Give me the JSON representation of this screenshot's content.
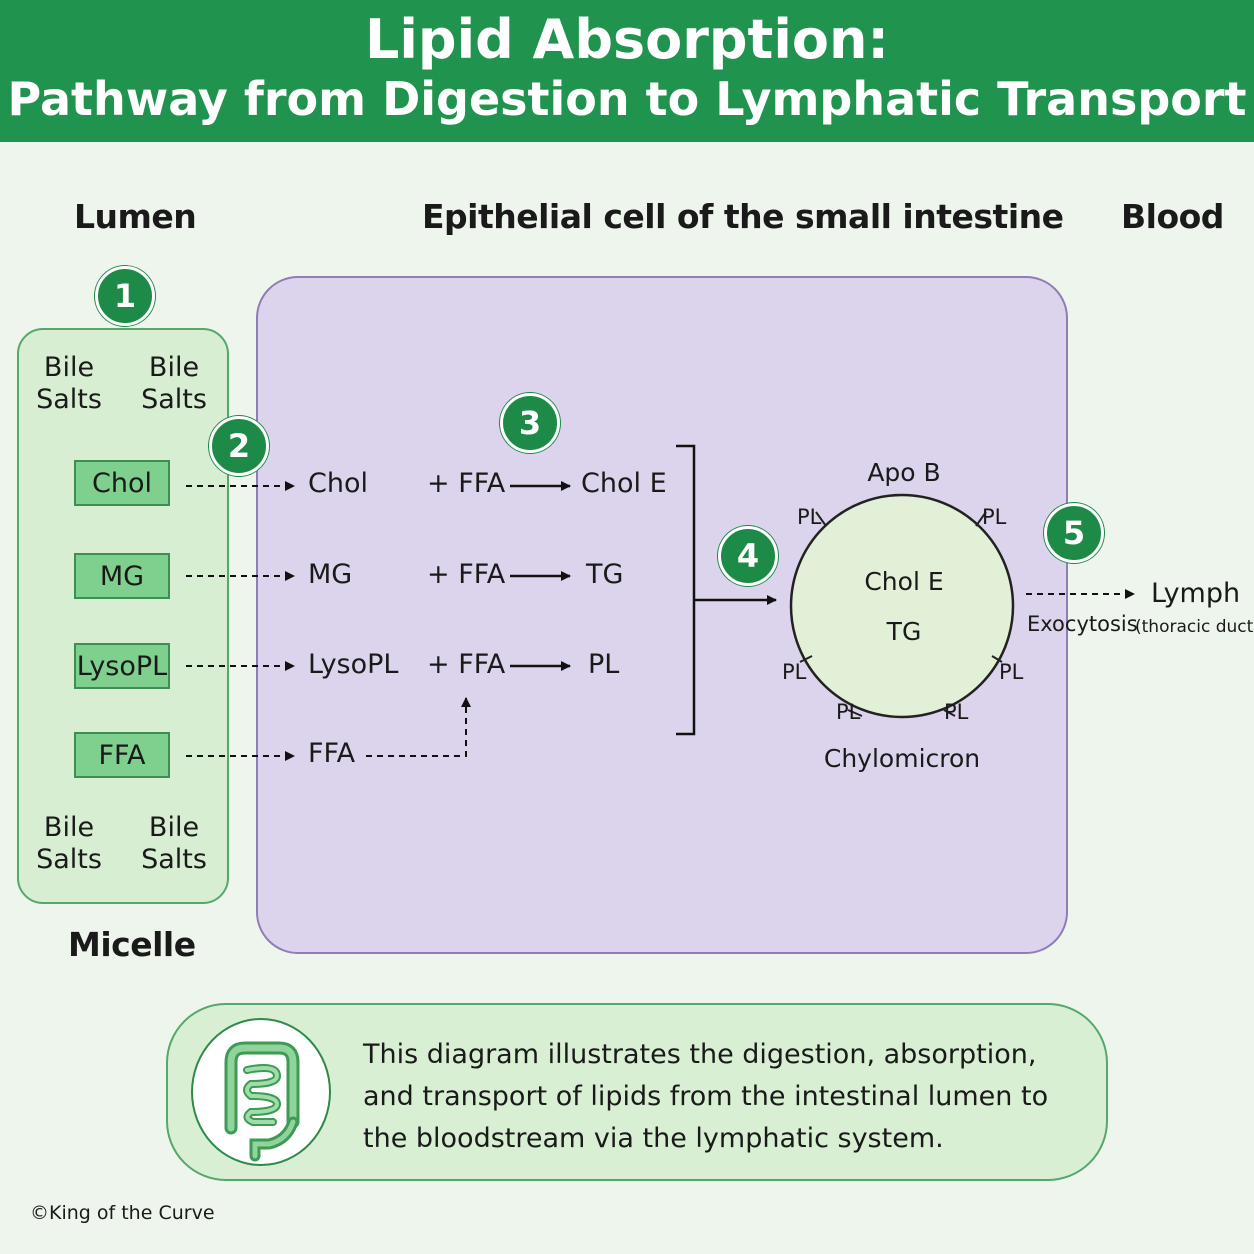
{
  "header": {
    "title_line1": "Lipid Absorption:",
    "title_line2": "Pathway from Digestion to Lymphatic Transport"
  },
  "columns": {
    "lumen": "Lumen",
    "epithelial": "Epithelial cell of the small intestine",
    "blood": "Blood"
  },
  "steps": [
    "1",
    "2",
    "3",
    "4",
    "5"
  ],
  "micelle": {
    "label": "Micelle",
    "bile_salts": [
      "Bile\nSalts",
      "Bile\nSalts",
      "Bile\nSalts",
      "Bile\nSalts"
    ],
    "components": [
      "Chol",
      "MG",
      "LysoPL",
      "FFA"
    ]
  },
  "cell": {
    "absorbed": [
      "Chol",
      "MG",
      "LysoPL",
      "FFA"
    ],
    "reactant": [
      "+ FFA",
      "+ FFA",
      "+ FFA"
    ],
    "products": [
      "Chol E",
      "TG",
      "PL"
    ]
  },
  "chylomicron": {
    "label": "Chylomicron",
    "apo": "Apo B",
    "core": [
      "Chol E",
      "TG"
    ],
    "surface": [
      "PL",
      "PL",
      "PL",
      "PL",
      "PL",
      "PL"
    ]
  },
  "export": {
    "exocytosis": "Exocytosis",
    "lymph": "Lymph",
    "lymph_note": "(thoracic duct)"
  },
  "info": {
    "description": "This diagram illustrates the digestion, absorption, and transport of lipids from the intestinal lumen to the bloodstream via the lymphatic system."
  },
  "footer": {
    "copyright": "©King of the Curve"
  },
  "colors": {
    "header_green": "#20944f",
    "badge_green": "#1d8a47",
    "micelle_fill": "#d8eed3",
    "cell_fill": "#dcd4ec",
    "chylomicron_fill": "#e3f0d8"
  },
  "icons": {
    "intestine": "intestine-icon"
  }
}
